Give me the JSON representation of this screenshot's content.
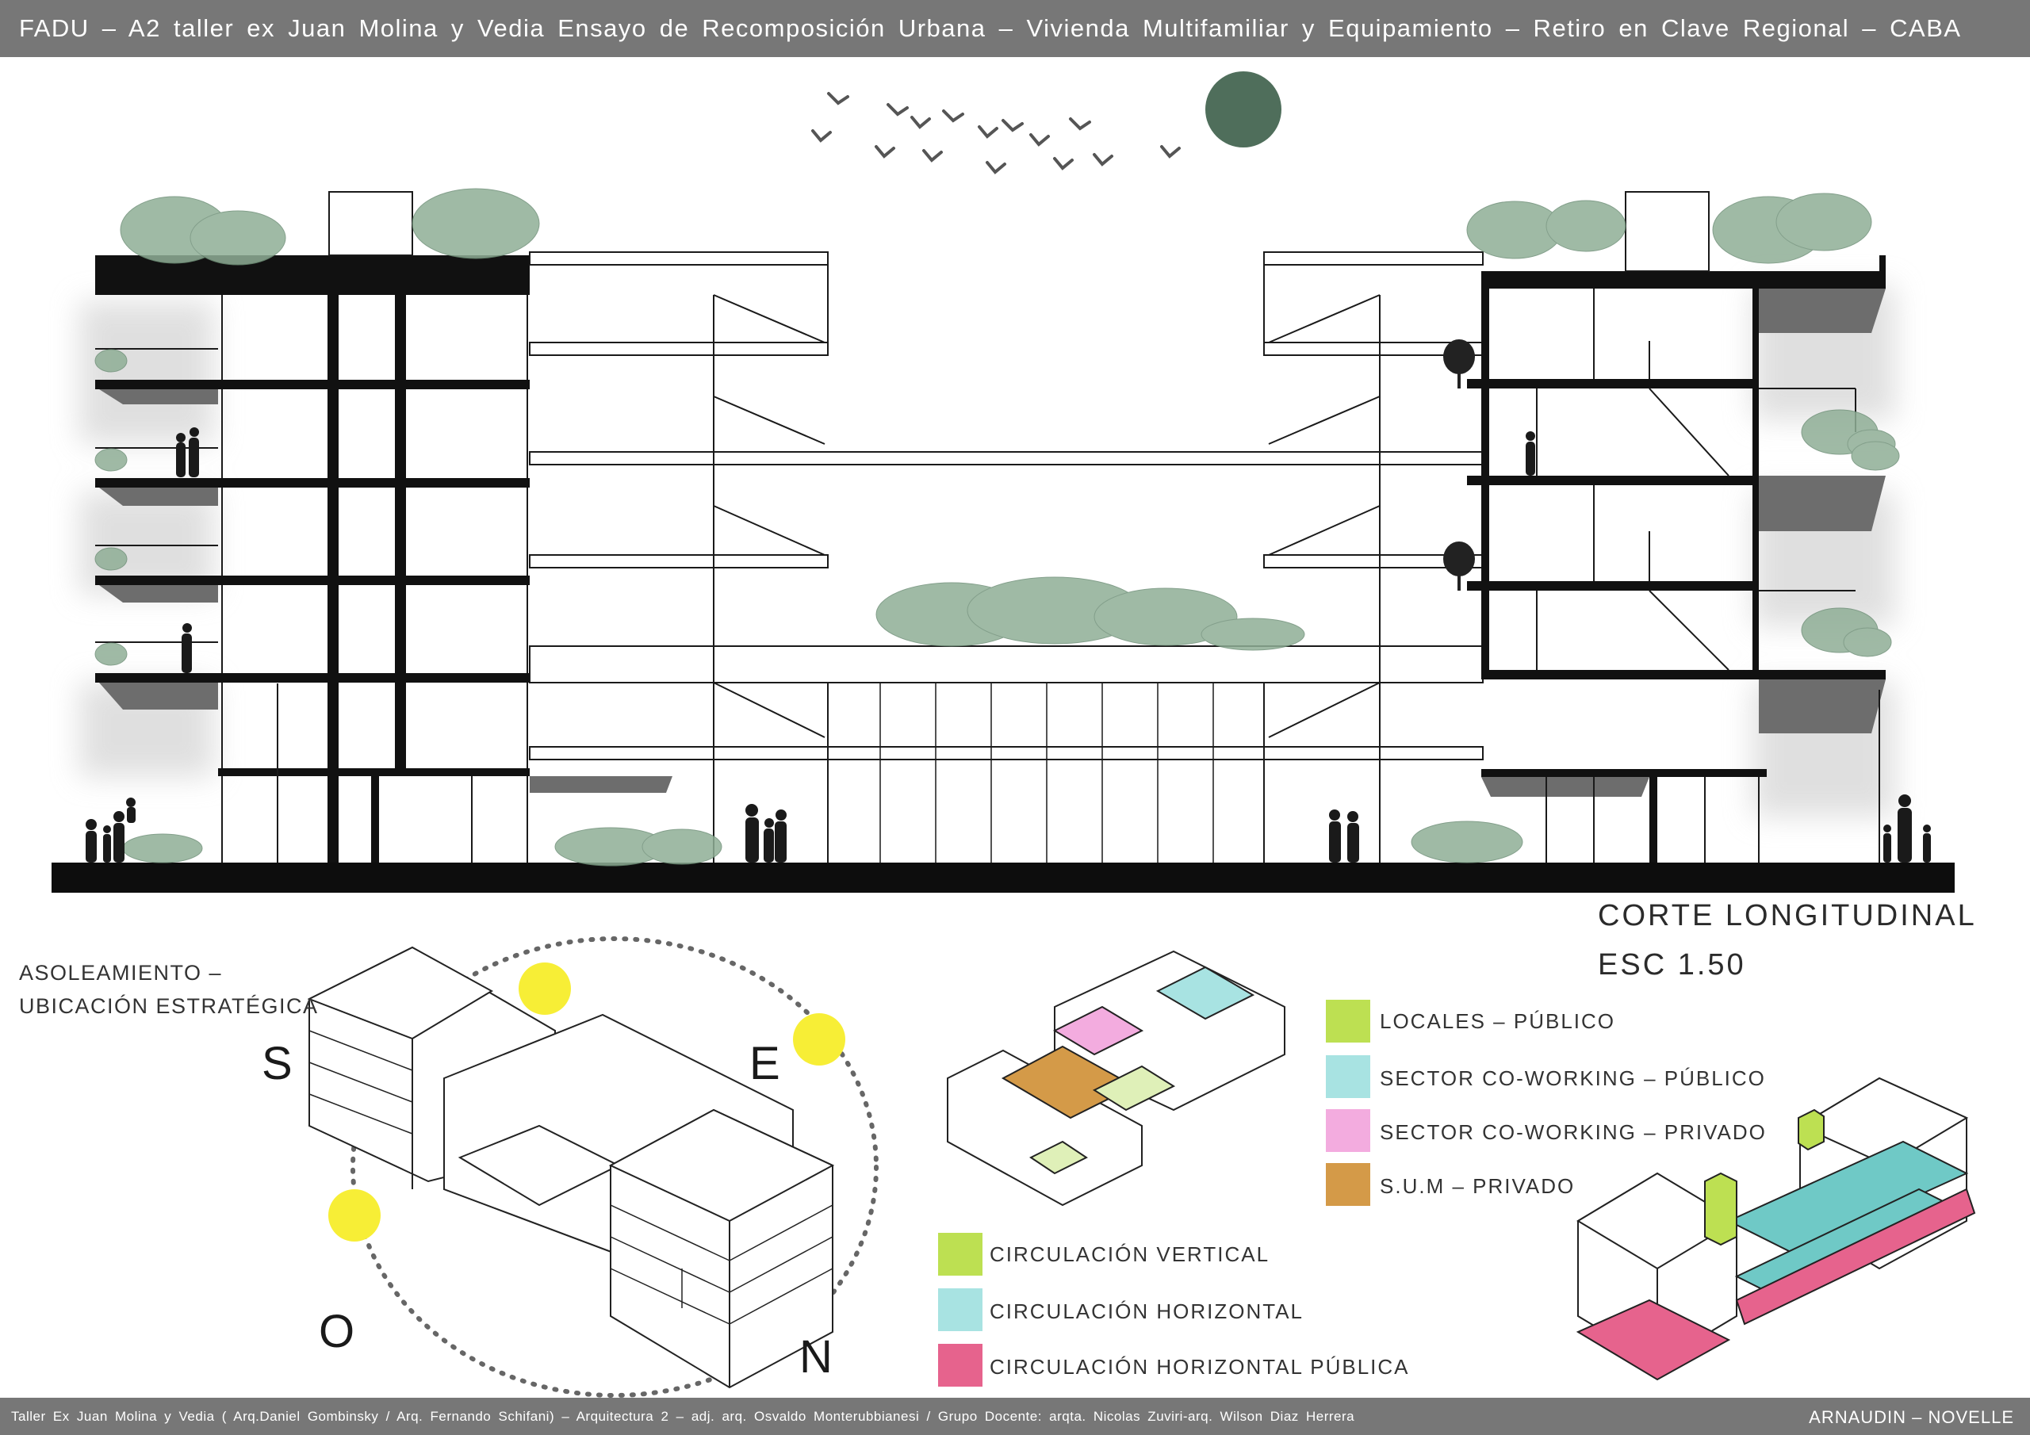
{
  "header": {
    "title": "FADU – A2  taller ex Juan Molina y Vedia Ensayo de Recomposición Urbana – Vivienda Multifamiliar y Equipamiento – Retiro en Clave Regional – CABA"
  },
  "section": {
    "title": "CORTE LONGITUDINAL",
    "scale": "ESC 1.50"
  },
  "sun_study": {
    "title_line1": "ASOLEAMIENTO –",
    "title_line2": "UBICACIÓN ESTRATÉGICA",
    "south": "S",
    "east": "E",
    "west": "O",
    "north": "N"
  },
  "legend_program": [
    {
      "label": "LOCALES – PÚBLICO",
      "color": "#bde052"
    },
    {
      "label": "SECTOR CO-WORKING – PÚBLICO",
      "color": "#a8e3e2"
    },
    {
      "label": "SECTOR CO-WORKING – PRIVADO",
      "color": "#f3acdf"
    },
    {
      "label": "S.U.M – PRIVADO",
      "color": "#d49a48"
    }
  ],
  "legend_circulation": [
    {
      "label": "CIRCULACIÓN VERTICAL",
      "color": "#bde052"
    },
    {
      "label": "CIRCULACIÓN HORIZONTAL",
      "color": "#a8e3e2"
    },
    {
      "label": "CIRCULACIÓN HORIZONTAL PÚBLICA",
      "color": "#e6638d"
    }
  ],
  "footer": {
    "credits": "Taller Ex Juan Molina y Vedia ( Arq.Daniel Gombinsky / Arq. Fernando Schifani) – Arquitectura 2 – adj. arq. Osvaldo Monterubbianesi / Grupo Docente:  arqta. Nicolas Zuviri-arq. Wilson Diaz Herrera",
    "authors": "ARNAUDIN – NOVELLE"
  },
  "colors": {
    "bar": "#777777",
    "sun": "#f7ee36",
    "moon": "#4f6e5b",
    "tree": "#8fae96"
  }
}
